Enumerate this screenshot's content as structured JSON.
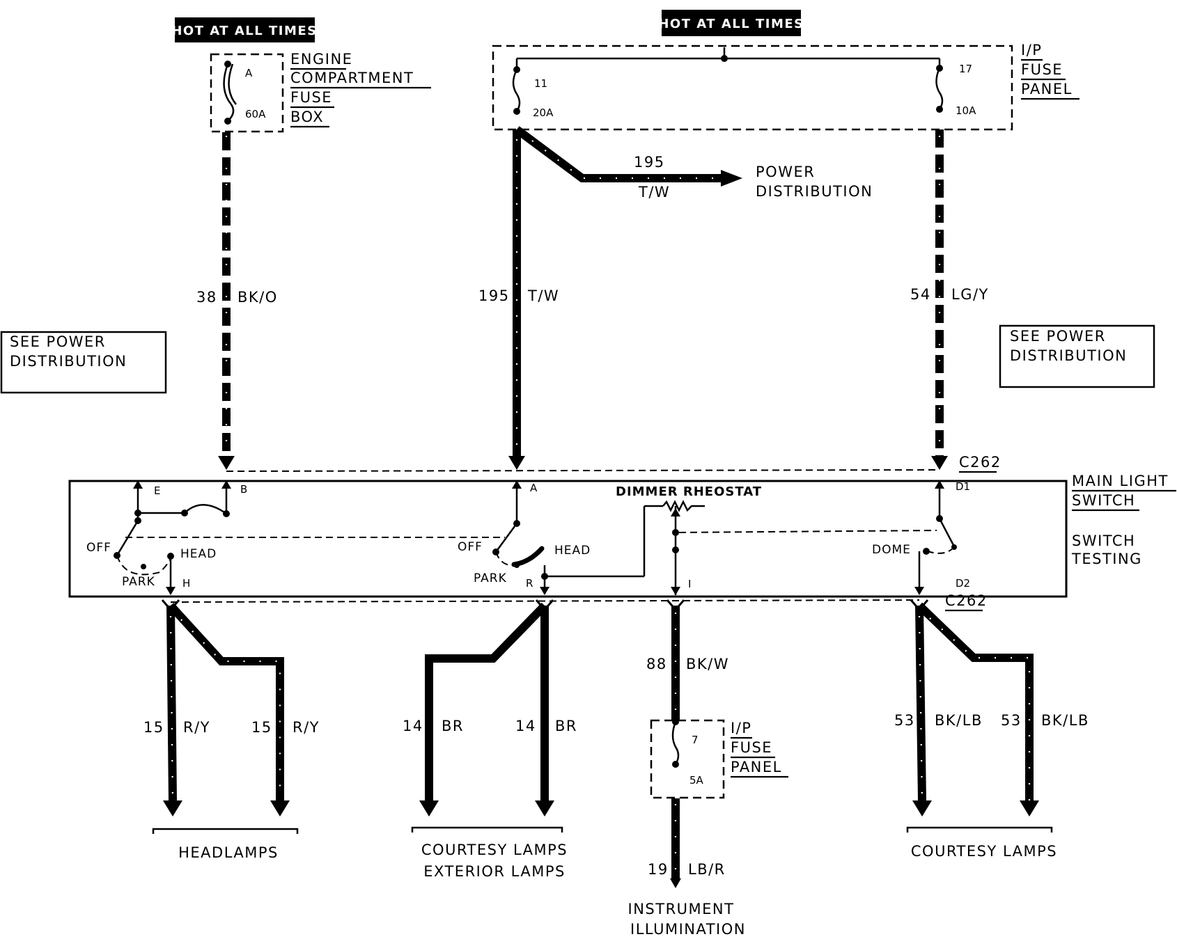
{
  "hot_labels": [
    "HOT AT ALL TIMES",
    "HOT AT ALL TIMES"
  ],
  "engine_fuse_box": {
    "name_lines": [
      "ENGINE",
      "COMPARTMENT",
      "FUSE",
      "BOX"
    ],
    "fuse_id": "A",
    "rating": "60A"
  },
  "ip_fuse_panel_top": {
    "name_lines": [
      "I/P",
      "FUSE",
      "PANEL"
    ],
    "fuse_left": {
      "id": "11",
      "rating": "20A"
    },
    "fuse_right": {
      "id": "17",
      "rating": "10A"
    }
  },
  "ip_fuse_panel_bottom": {
    "name_lines": [
      "I/P",
      "FUSE",
      "PANEL"
    ],
    "fuse": {
      "id": "7",
      "rating": "5A"
    }
  },
  "power_distribution": {
    "circuit": "195",
    "color": "T/W",
    "label_lines": [
      "POWER",
      "DISTRIBUTION"
    ]
  },
  "see_power_distribution_left": [
    "SEE POWER",
    "DISTRIBUTION"
  ],
  "see_power_distribution_right": [
    "SEE POWER",
    "DISTRIBUTION"
  ],
  "wires_top": [
    {
      "circuit": "38",
      "color": "BK/O"
    },
    {
      "circuit": "195",
      "color": "T/W"
    },
    {
      "circuit": "54",
      "color": "LG/Y"
    }
  ],
  "connector": {
    "top": "C262",
    "bottom": "C262"
  },
  "main_switch": {
    "name_lines": [
      "MAIN LIGHT",
      "SWITCH"
    ],
    "testing_lines": [
      "SWITCH",
      "TESTING"
    ],
    "pins": {
      "E": "E",
      "B": "B",
      "A": "A",
      "D1": "D1",
      "H": "H",
      "R": "R",
      "I": "I",
      "D2": "D2"
    },
    "positions": {
      "off": "OFF",
      "head": "HEAD",
      "park": "PARK",
      "dome": "DOME"
    },
    "dimmer": "DIMMER RHEOSTAT"
  },
  "wires_bottom": [
    {
      "circuit": "15",
      "color": "R/Y"
    },
    {
      "circuit": "15",
      "color": "R/Y"
    },
    {
      "circuit": "14",
      "color": "BR"
    },
    {
      "circuit": "14",
      "color": "BR"
    },
    {
      "circuit": "88",
      "color": "BK/W"
    },
    {
      "circuit": "19",
      "color": "LB/R"
    },
    {
      "circuit": "53",
      "color": "BK/LB"
    },
    {
      "circuit": "53",
      "color": "BK/LB"
    }
  ],
  "destinations": {
    "headlamps": "HEADLAMPS",
    "courtesy_exterior": [
      "COURTESY LAMPS",
      "EXTERIOR LAMPS"
    ],
    "instrument": [
      "INSTRUMENT",
      "ILLUMINATION"
    ],
    "courtesy_right": "COURTESY LAMPS"
  }
}
